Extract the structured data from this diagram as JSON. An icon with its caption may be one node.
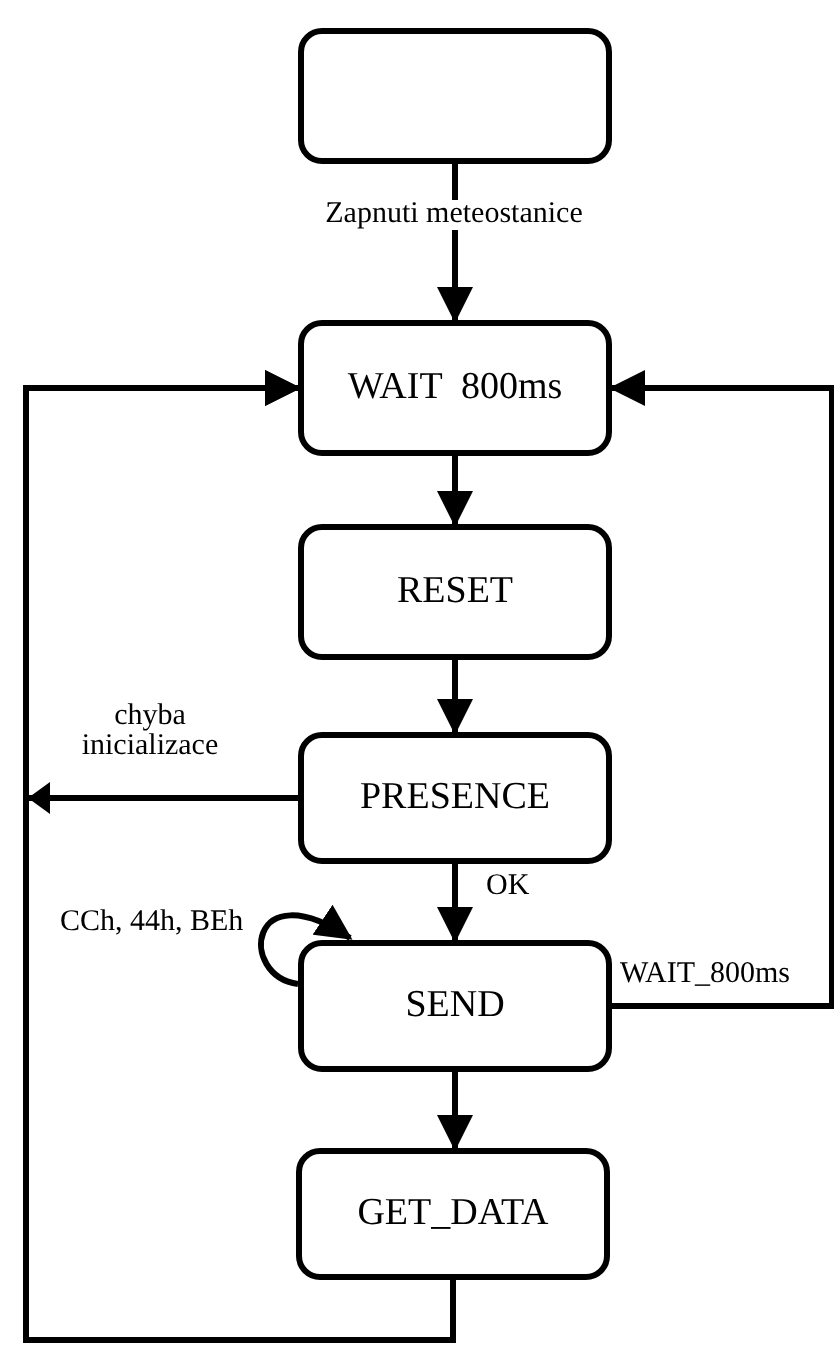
{
  "diagram": {
    "nodes": [
      {
        "text": [],
        "shape": "box"
      },
      {
        "text": [
          "WAIT  800ms"
        ]
      },
      {
        "text": [
          "RESET"
        ]
      },
      {
        "text": [
          "PRESENCE"
        ]
      },
      {
        "text": [
          "SEND"
        ]
      },
      {
        "text": [
          "GET_DATA"
        ]
      }
    ],
    "edges": [
      {
        "from": 0,
        "to": 1,
        "arrow": "to",
        "label": "Zapnuti meteostanice"
      },
      {
        "from": 1,
        "to": 2,
        "arrow": "to"
      },
      {
        "from": 2,
        "to": 3,
        "arrow": "to"
      },
      {
        "from": 3,
        "to": 4,
        "arrow": "to",
        "label": "OK"
      },
      {
        "from": 4,
        "to": 5,
        "arrow": "to"
      },
      {
        "from": 5,
        "to": 1,
        "arrow": "to"
      },
      {
        "from": 3,
        "to": 1,
        "arrow": "to",
        "label": "chyba inicializace"
      },
      {
        "from": 4,
        "to": 1,
        "arrow": "to",
        "label": "WAIT_800ms"
      },
      {
        "from": 4,
        "to": 4,
        "arrow": "to",
        "label": "CCh, 44h, BEh"
      }
    ]
  }
}
